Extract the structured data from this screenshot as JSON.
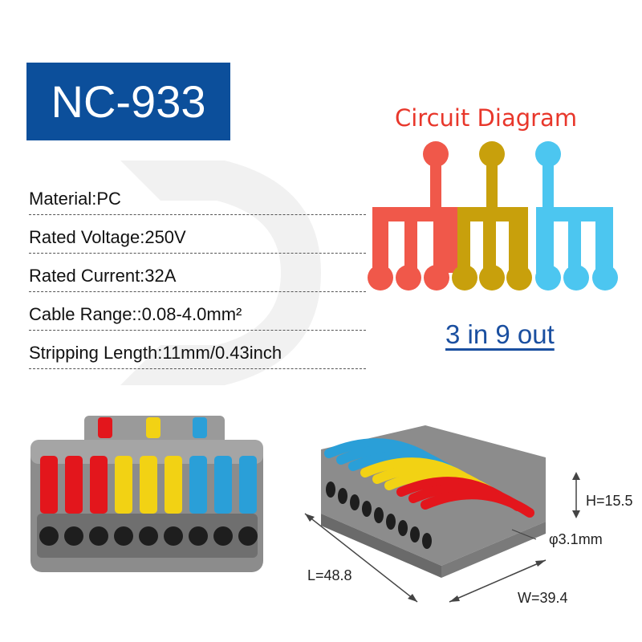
{
  "model": "NC-933",
  "specs": [
    "Material:PC",
    "Rated Voltage:250V",
    "Rated Current:32A",
    "Cable Range::0.08-4.0mm²",
    "Stripping Length:11mm/0.43inch"
  ],
  "circuit": {
    "title": "Circuit Diagram",
    "io_label": "3 in 9 out",
    "colors": [
      "#f0584a",
      "#c8a00c",
      "#4cc6f0"
    ]
  },
  "dimensions": {
    "length": "L=48.8",
    "width": "W=39.4",
    "height": "H=15.5",
    "hole": "φ3.1mm"
  },
  "lever_colors": [
    "#e3161c",
    "#f2d214",
    "#2a9fd8"
  ],
  "housing_color": "#8c8c8c"
}
